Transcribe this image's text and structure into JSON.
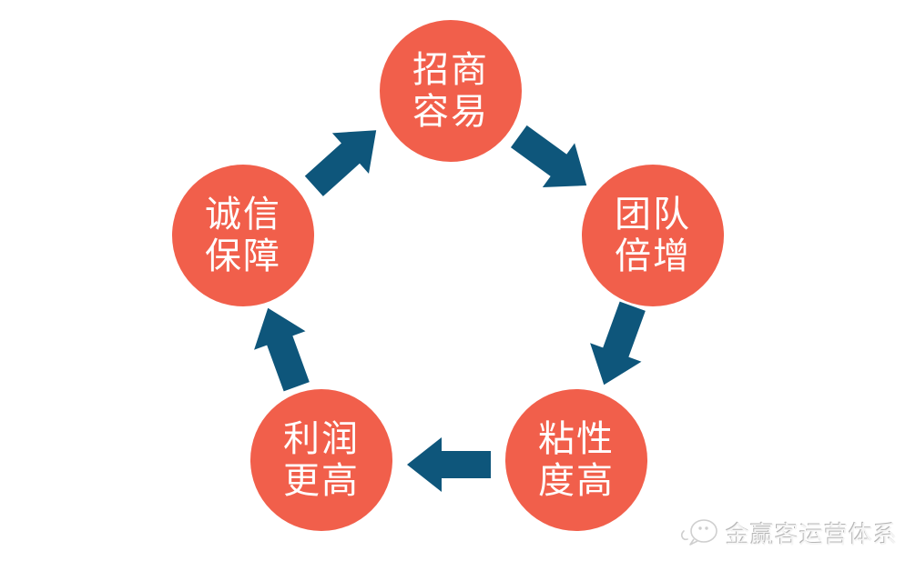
{
  "page": {
    "background_color": "#FFFFFF"
  },
  "diagram": {
    "type": "cycle",
    "node_fill_color": "#F15F4B",
    "node_text_color": "#FFFFFF",
    "arrow_color": "#0E567B",
    "nodes": [
      {
        "position": "top",
        "label": "招商容易",
        "lines": [
          "招商",
          "容易"
        ]
      },
      {
        "position": "right",
        "label": "团队倍增",
        "lines": [
          "团队",
          "倍增"
        ]
      },
      {
        "position": "bottom-right",
        "label": "粘性度高",
        "lines": [
          "粘性",
          "度高"
        ]
      },
      {
        "position": "bottom-left",
        "label": "利润更高",
        "lines": [
          "利润",
          "更高"
        ]
      },
      {
        "position": "left",
        "label": "诚信保障",
        "lines": [
          "诚信",
          "保障"
        ]
      }
    ],
    "flow": [
      {
        "from": "招商容易",
        "to": "团队倍增"
      },
      {
        "from": "团队倍增",
        "to": "粘性度高"
      },
      {
        "from": "粘性度高",
        "to": "利润更高"
      },
      {
        "from": "利润更高",
        "to": "诚信保障"
      },
      {
        "from": "诚信保障",
        "to": "招商容易"
      }
    ]
  },
  "watermark": {
    "text": "金赢客运营体系",
    "icon": "chat-bubble-face-icon",
    "color": "#CFCFCF"
  }
}
